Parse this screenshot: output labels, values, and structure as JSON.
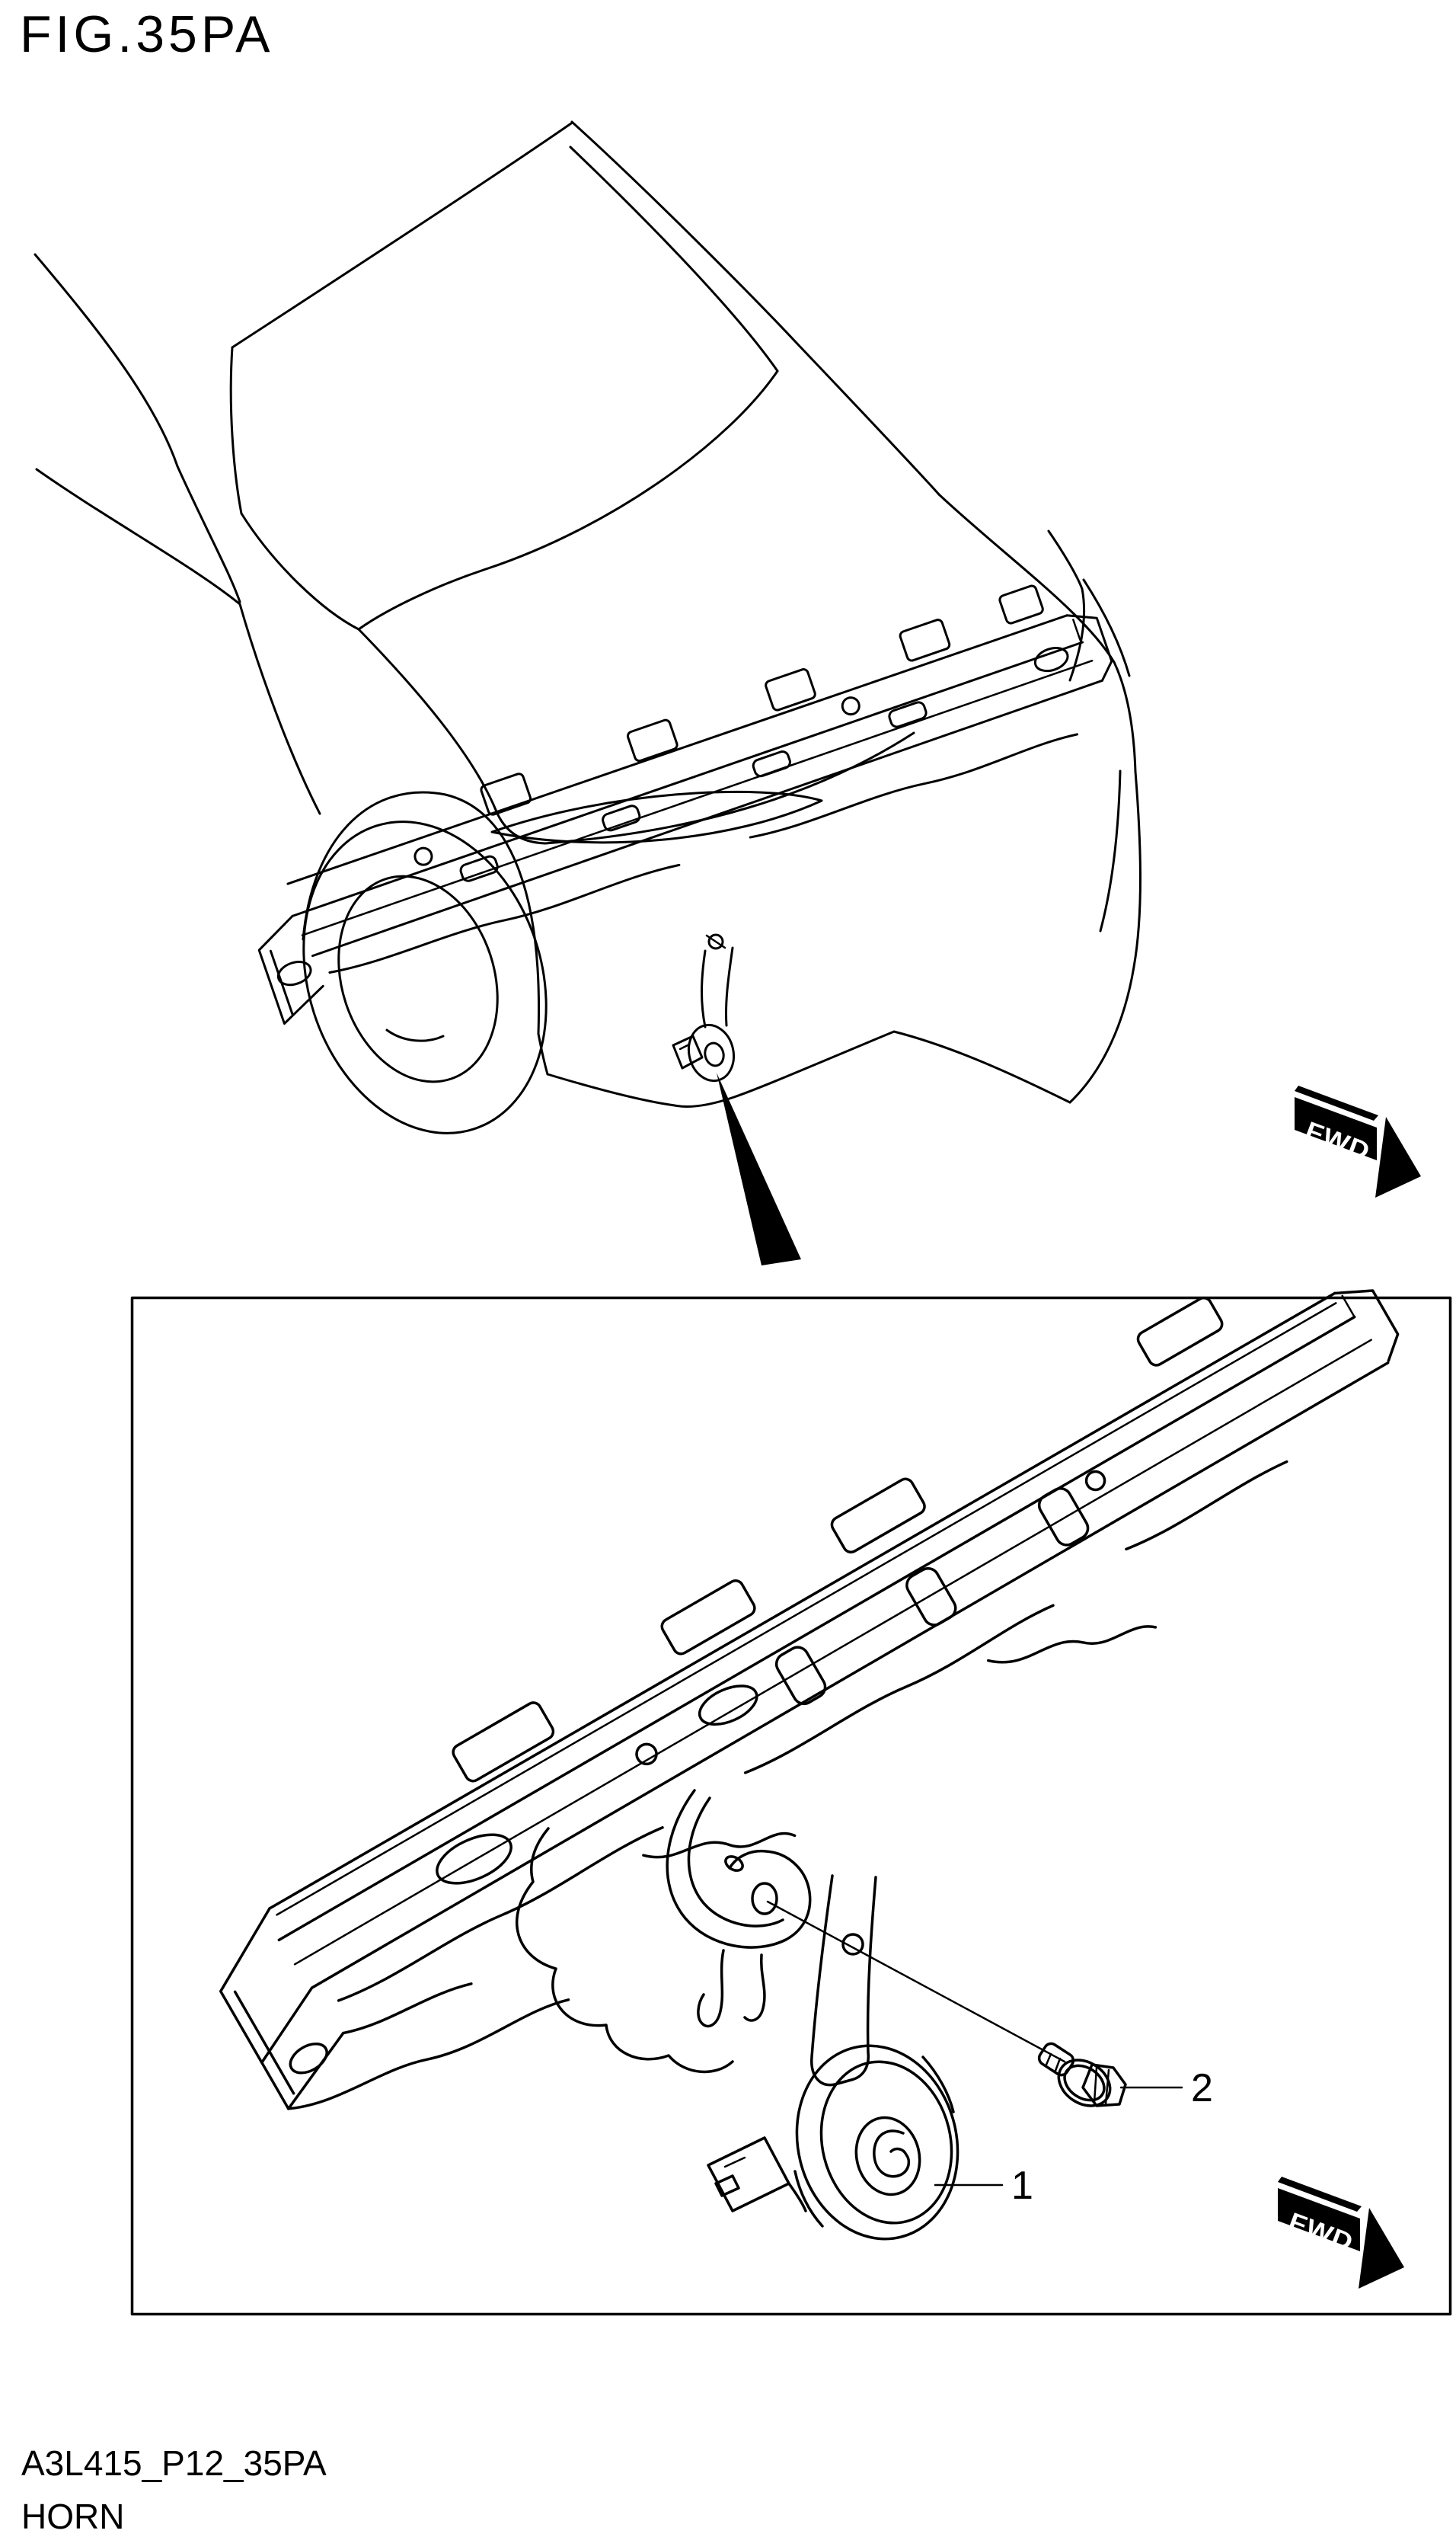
{
  "title": "FIG.35PA",
  "figure": {
    "fwd_label": "FWD",
    "part_labels": {
      "horn": "1",
      "bolt": "2"
    }
  },
  "footer": {
    "drawing_code": "A3L415_P12_35PA",
    "caption": "HORN"
  },
  "colors": {
    "line": "#000000",
    "background": "#ffffff",
    "arrow_fill": "#000000",
    "arrow_text": "#ffffff"
  }
}
